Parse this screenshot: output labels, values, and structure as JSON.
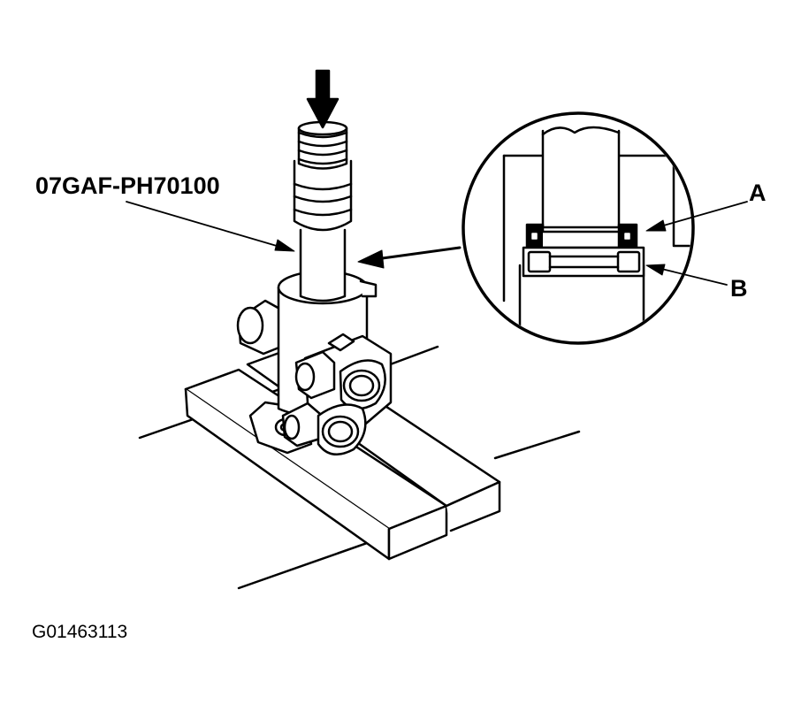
{
  "labels": {
    "tool_number": "07GAF-PH70100",
    "callout_a": "A",
    "callout_b": "B",
    "figure_id": "G01463113"
  }
}
